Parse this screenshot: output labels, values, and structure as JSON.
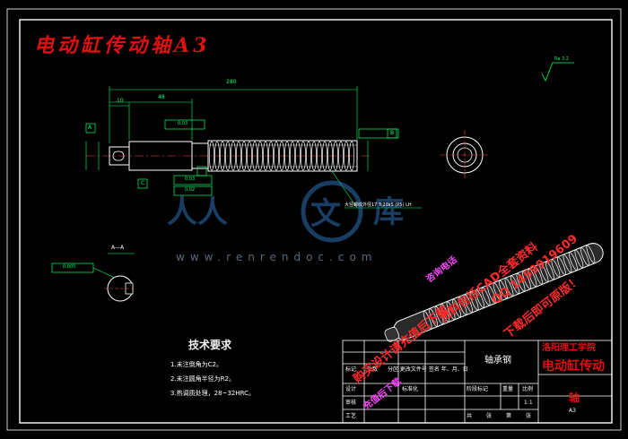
{
  "drawing": {
    "title": "电动缸传动轴A3",
    "section_label": "A—A",
    "notes": {
      "heading": "技术要求",
      "items": [
        "1.未注倒角为C2。",
        "2.未注圆角半径为R2。",
        "3.热调质处理，28~32HRC。"
      ]
    },
    "dimensions": {
      "overall": "280",
      "step": "48",
      "left": "10",
      "thread_note": "大径螺纹外径17 Tr20x5 (P5) LH"
    },
    "datum_labels": [
      "A",
      "B",
      "C"
    ],
    "tolerance_labels": [
      "0.03",
      "0.03",
      "0.02",
      "0.005"
    ],
    "roughness_top": "Ra 3.2"
  },
  "title_block": {
    "material": "轴承钢",
    "school": "洛阳理工学院",
    "part_name": "电动缸传动",
    "part_name2": "轴",
    "sheet": "A3",
    "row_headers": [
      "阶段标记",
      "重量",
      "比例"
    ],
    "scale": "1:1",
    "footer": [
      "共",
      "张",
      "第",
      "张"
    ],
    "left_labels": [
      "标记",
      "处数",
      "设计",
      "审核",
      "工艺"
    ],
    "revision_cols": "分区 更改文件号 签名 年、月、日",
    "std": "标准化"
  },
  "watermark": {
    "cn": "人人文库",
    "site": "www.renrendoc.com"
  },
  "promo": {
    "line1": "购买设计请充值后下载，",
    "line2": "资料包括CAD全套资料",
    "line3": "QQ  1459919609",
    "line4": "下载后即可原版！",
    "mag1": "咨询电话",
    "mag2": "充值后下载"
  },
  "colors": {
    "background": "#000000",
    "outline": "#ffffff",
    "dimension": "#00ff66",
    "accent": "#ff3333"
  }
}
